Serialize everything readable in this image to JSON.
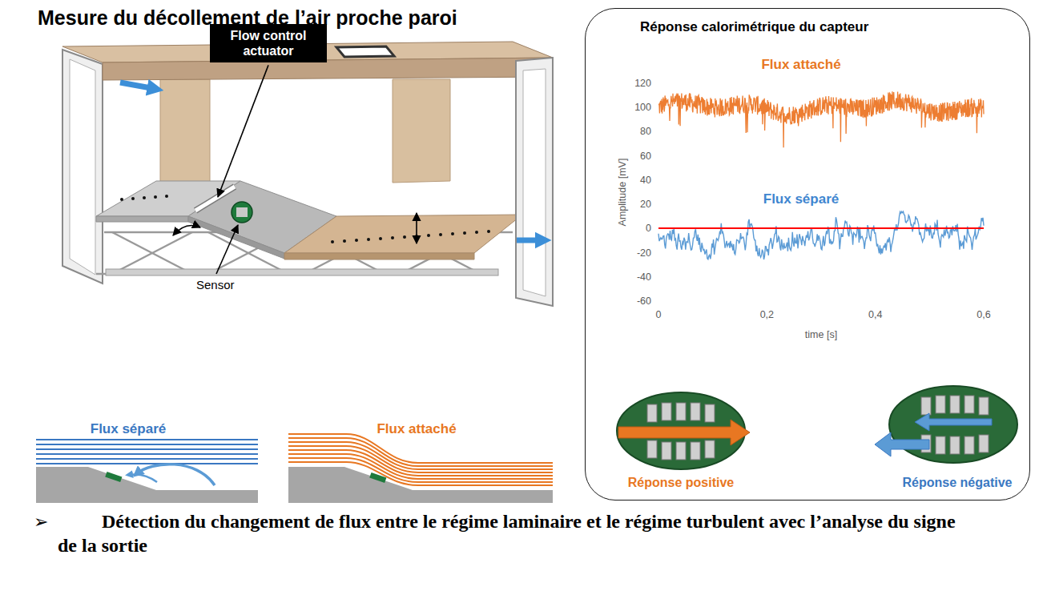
{
  "diagram": {
    "title": "Mesure du décollement de l’air proche paroi",
    "caption": "Détection du changement de flux entre le régime laminaire et le régime turbulent avec l’analyse du signe de la sortie",
    "nodes": [
      {
        "text": [
          "Flow control actuator"
        ]
      },
      {
        "text": [
          "Réponse calorimétrique du capteur"
        ]
      }
    ],
    "labels": [
      "Sensor",
      "Flux séparé",
      "Flux attaché",
      "Flux attaché",
      "Flux séparé",
      "120",
      "100",
      "80",
      "60",
      "40",
      "20",
      "0",
      "-20",
      "-40",
      "-60",
      "Amplitude [mV]",
      "0",
      "0,2",
      "0,4",
      "0,6",
      "time [s]",
      "Réponse positive",
      "Réponse négative",
      "➢"
    ]
  }
}
